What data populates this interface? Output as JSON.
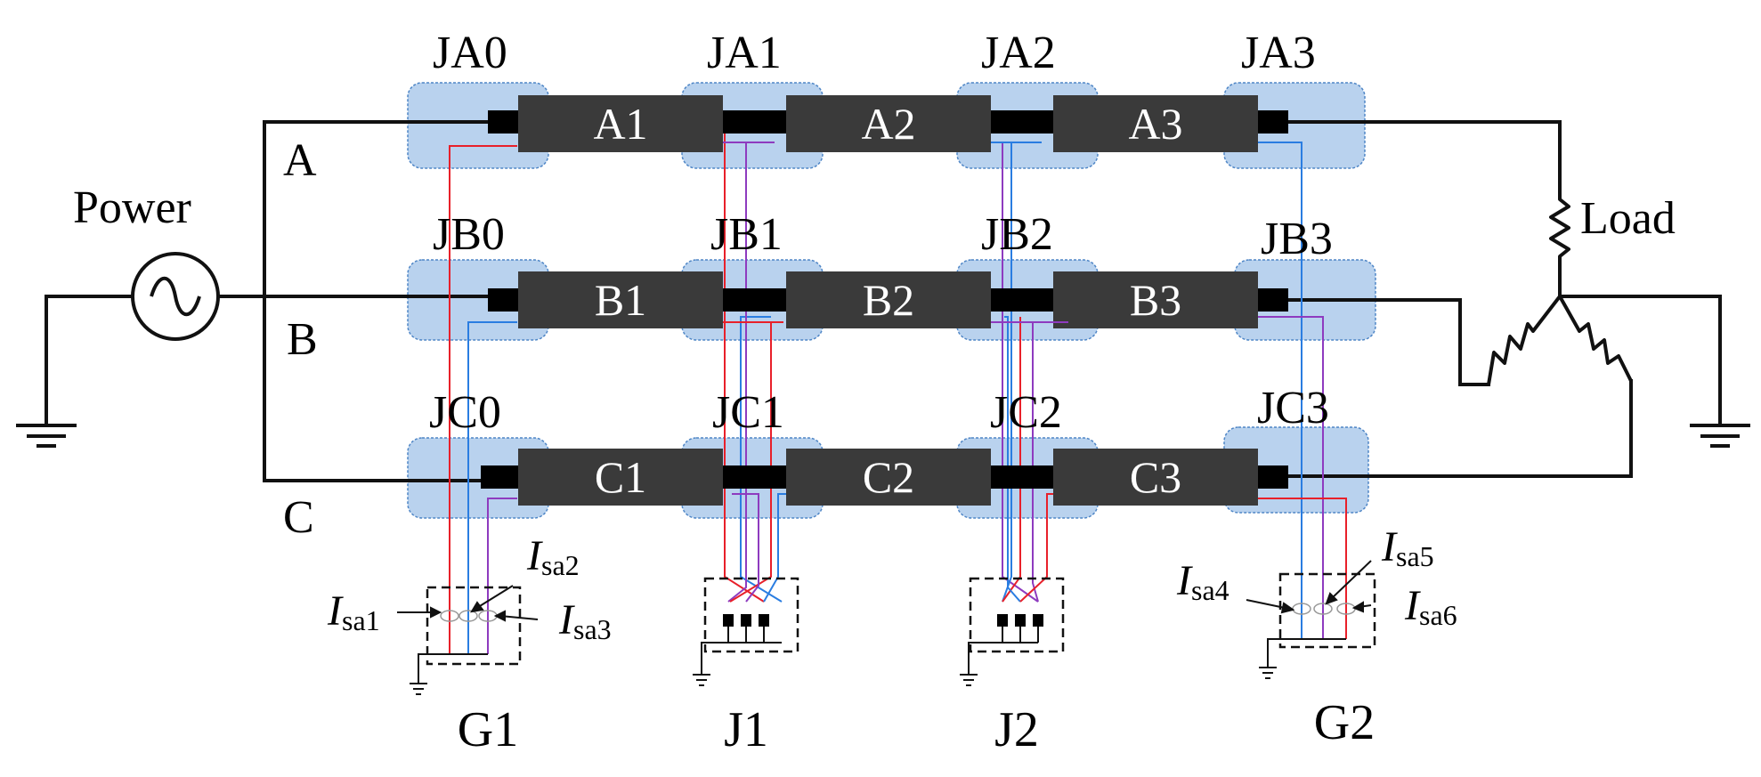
{
  "power_label": "Power",
  "load_label": "Load",
  "phases": [
    "A",
    "B",
    "C"
  ],
  "joints": {
    "A": [
      "JA0",
      "JA1",
      "JA2",
      "JA3"
    ],
    "B": [
      "JB0",
      "JB1",
      "JB2",
      "JB3"
    ],
    "C": [
      "JC0",
      "JC1",
      "JC2",
      "JC3"
    ]
  },
  "segments": {
    "A": [
      "A1",
      "A2",
      "A3"
    ],
    "B": [
      "B1",
      "B2",
      "B3"
    ],
    "C": [
      "C1",
      "C2",
      "C3"
    ]
  },
  "boxes": [
    "G1",
    "J1",
    "J2",
    "G2"
  ],
  "sensors": [
    {
      "sym": "I",
      "sub": "sa1"
    },
    {
      "sym": "I",
      "sub": "sa2"
    },
    {
      "sym": "I",
      "sub": "sa3"
    },
    {
      "sym": "I",
      "sub": "sa4"
    },
    {
      "sym": "I",
      "sub": "sa5"
    },
    {
      "sym": "I",
      "sub": "sa6"
    }
  ],
  "colors": {
    "joint_fill": "#b9d2ee",
    "joint_border": "#4f86c6",
    "cable": "#3a3a3a",
    "red": "#e8202a",
    "blue": "#2a7de1",
    "purple": "#8e3bbf"
  }
}
